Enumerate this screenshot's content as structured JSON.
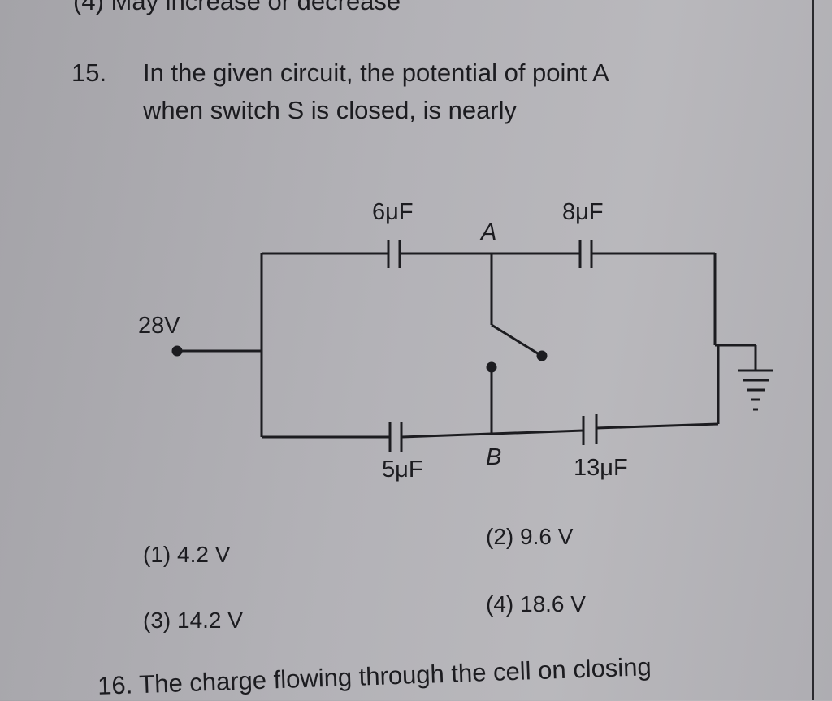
{
  "prev_option": "(4) May increase or decrease",
  "question": {
    "number": "15.",
    "line1": "In the given circuit, the potential of point A",
    "line2": "when switch S is closed, is nearly"
  },
  "circuit": {
    "source_label": "28V",
    "cap_top_left": "6μF",
    "cap_top_right": "8μF",
    "cap_bottom_left": "5μF",
    "cap_bottom_right": "13μF",
    "node_a": "A",
    "node_b": "B"
  },
  "options": [
    {
      "label": "(1) 4.2 V"
    },
    {
      "label": "(2) 9.6 V"
    },
    {
      "label": "(3) 14.2 V"
    },
    {
      "label": "(4) 18.6 V"
    }
  ],
  "next_question": "16. The charge flowing through the cell on closing"
}
